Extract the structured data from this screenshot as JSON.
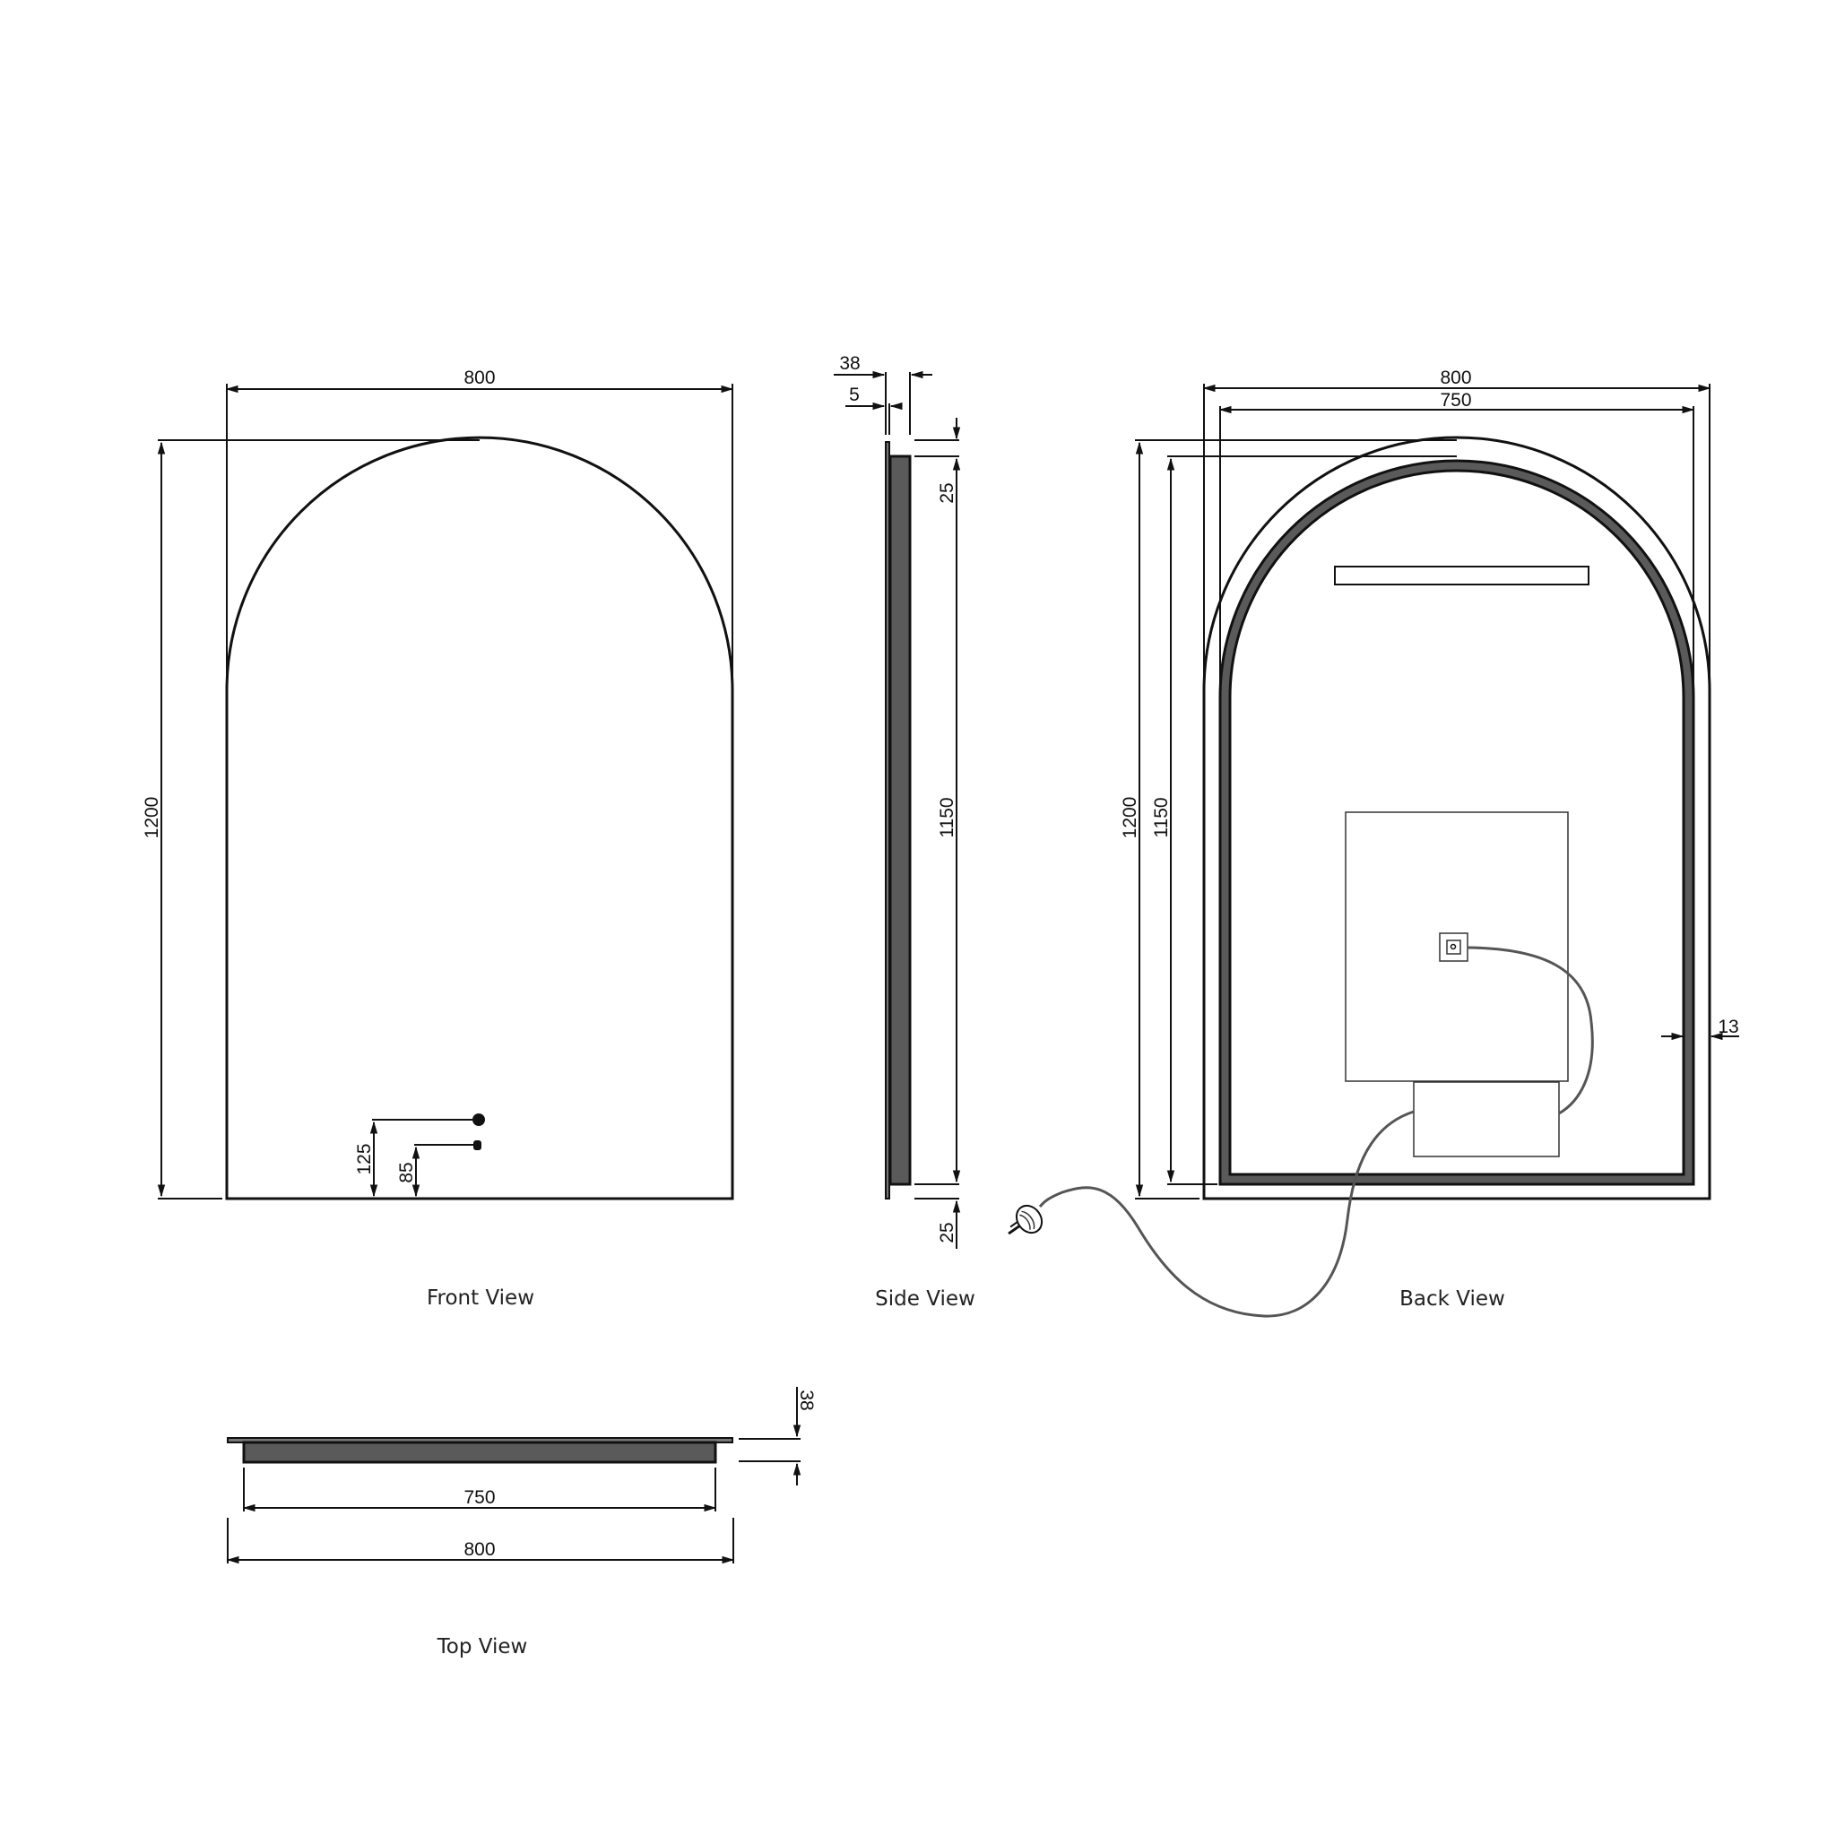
{
  "drawing": {
    "colors": {
      "line": "#111111",
      "frame_fill": "#5a5a5a",
      "background": "#ffffff",
      "cable": "#555555"
    },
    "units": "mm",
    "views": {
      "front": {
        "caption": "Front View",
        "dimensions": {
          "width": "800",
          "height": "1200",
          "sensor_height": "125",
          "switch_height": "85"
        }
      },
      "side": {
        "caption": "Side View",
        "dimensions": {
          "depth": "38",
          "glass": "5",
          "top_offset": "25",
          "frame_height": "1150",
          "bottom_offset": "25"
        }
      },
      "back": {
        "caption": "Back View",
        "dimensions": {
          "width": "800",
          "frame_width": "750",
          "height": "1200",
          "frame_height": "1150",
          "edge_offset": "13"
        }
      },
      "top": {
        "caption": "Top View",
        "dimensions": {
          "depth": "38",
          "frame_width": "750",
          "width": "800"
        }
      }
    },
    "icons": [
      "power-plug-icon",
      "junction-box-icon",
      "touch-sensor-icon",
      "switch-icon"
    ]
  }
}
